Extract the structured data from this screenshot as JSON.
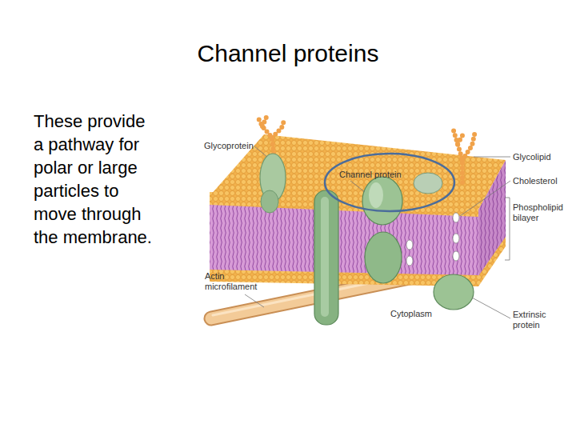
{
  "diagram": {
    "title": "Channel proteins",
    "nodes": [
      {
        "text": [
          "Channel protein"
        ]
      }
    ],
    "labels": [
      "These provide a pathway for polar or large particles to move through the membrane.",
      "Glycoprotein",
      "Glycolipid",
      "Cholesterol",
      "Phospholipid bilayer",
      "Actin microfilament",
      "Cytoplasm",
      "Extrinsic protein"
    ]
  }
}
